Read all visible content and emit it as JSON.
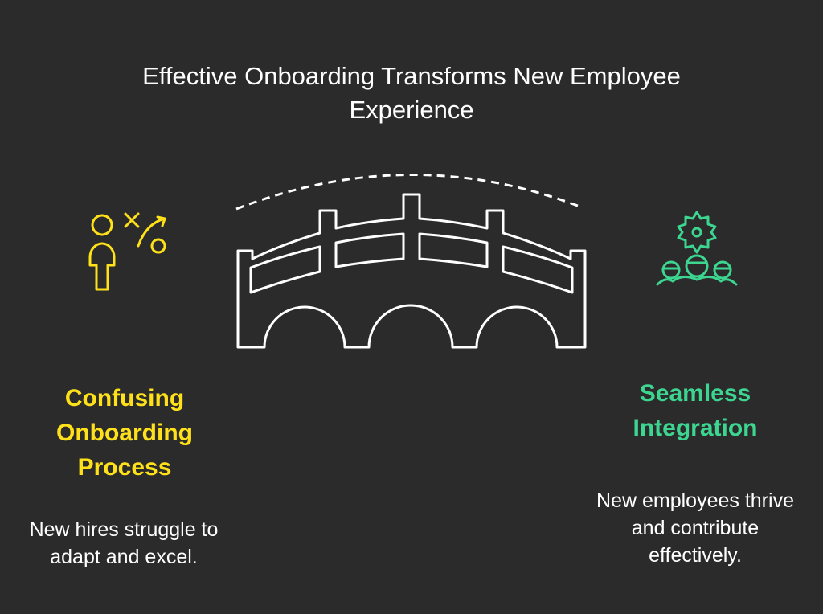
{
  "title": "Effective Onboarding Transforms New Employee Experience",
  "left": {
    "heading": "Confusing Onboarding Process",
    "description": "New hires struggle to adapt and excel.",
    "icon": "strategy-person-icon",
    "color": "#ffe11a"
  },
  "right": {
    "heading": "Seamless Integration",
    "description": "New employees thrive and contribute effectively.",
    "icon": "team-gear-icon",
    "color": "#3dd691"
  },
  "center": {
    "icon": "bridge-icon"
  },
  "colors": {
    "background": "#2b2b2b",
    "text": "#ffffff"
  }
}
